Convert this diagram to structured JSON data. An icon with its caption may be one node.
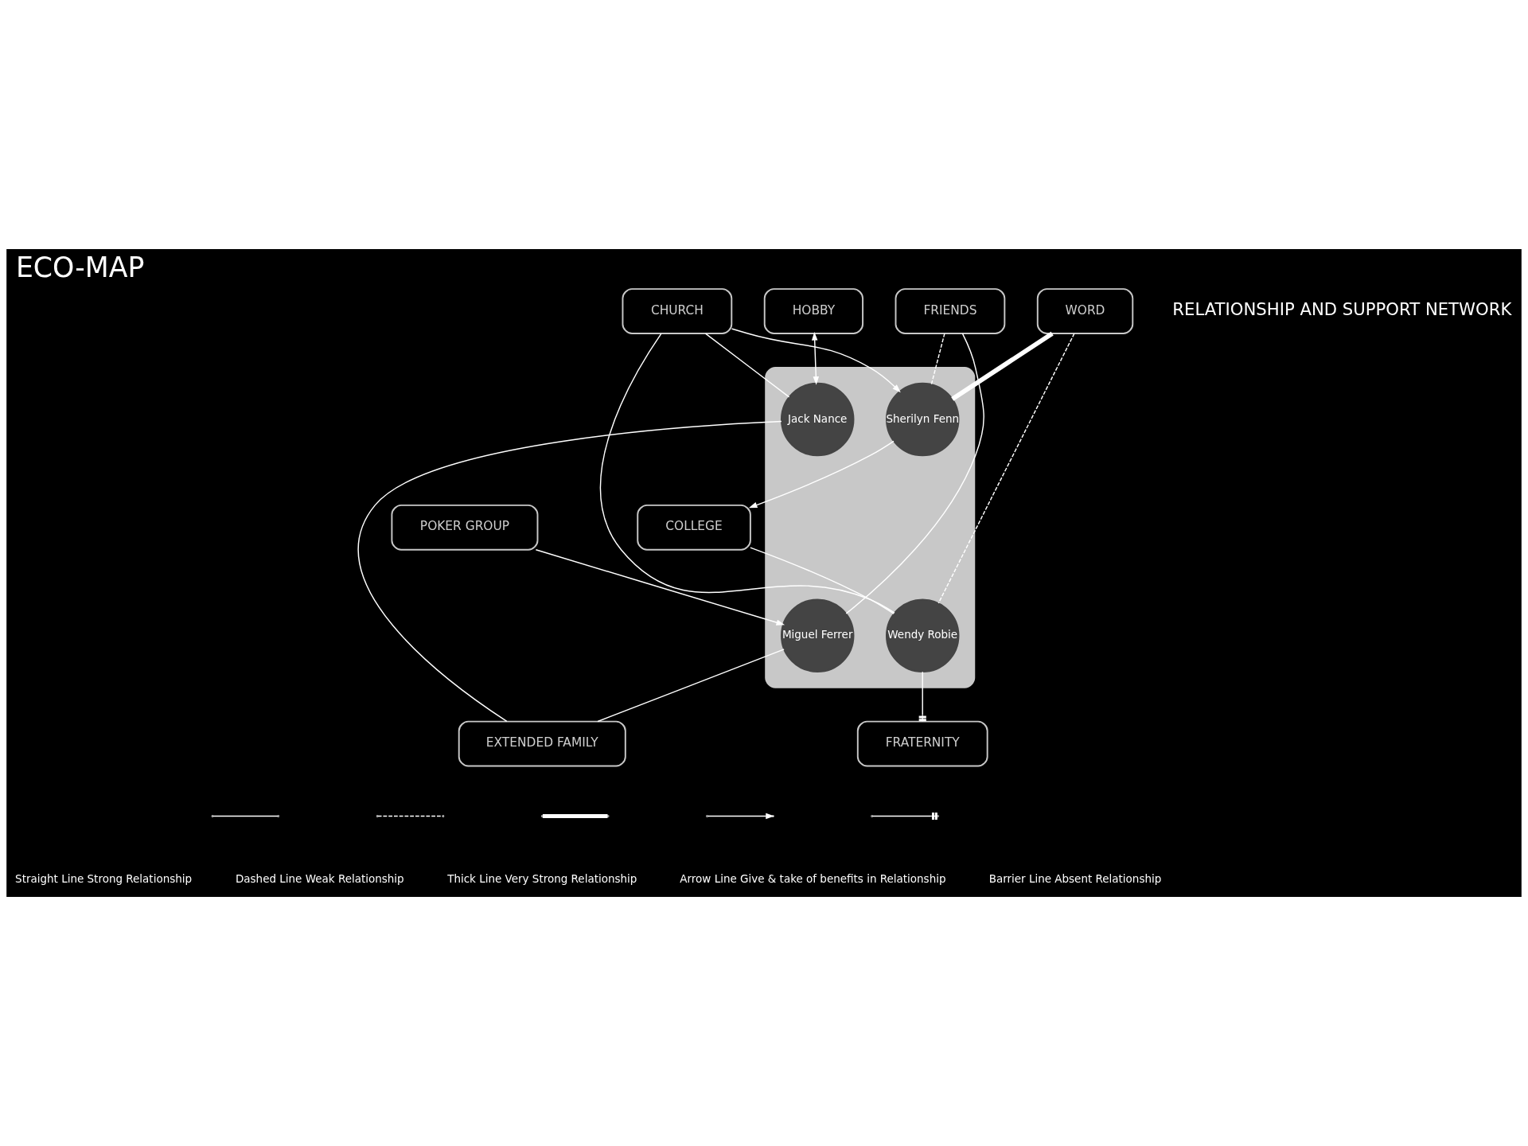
{
  "diagram": {
    "title": "ECO-MAP",
    "nodes": [
      {
        "text": [
          "CHURCH"
        ]
      },
      {
        "text": [
          "FRIENDS"
        ]
      },
      {
        "text": [
          "HOBBY"
        ]
      },
      {
        "text": [],
        "shape": "cloud"
      },
      {
        "text": [
          "Jack Nance"
        ],
        "in": 3
      },
      {
        "text": [
          "Sherilyn Fenn"
        ],
        "in": 3
      },
      {
        "text": [
          "Miguel Ferrer"
        ],
        "in": 3
      },
      {
        "text": [
          "Wendy Robie"
        ],
        "in": 3
      },
      {
        "text": [
          "COLLEGE"
        ]
      },
      {
        "text": [
          "POKER GROUP"
        ]
      },
      {
        "text": [
          "WORD"
        ]
      },
      {
        "text": [
          "FRATERNITY"
        ]
      },
      {
        "text": [
          "EXTENDED FAMILY"
        ]
      }
    ],
    "edges": [
      {
        "from": 0,
        "to": 4,
        "arrow": "none"
      },
      {
        "from": 0,
        "to": 7,
        "arrow": "none"
      },
      {
        "from": 0,
        "to": 5,
        "arrow": "to"
      },
      {
        "from": 2,
        "to": 4,
        "arrow": "both"
      },
      {
        "from": 1,
        "to": 5,
        "arrow": "none",
        "style": "dashed"
      },
      {
        "from": 1,
        "to": 6,
        "arrow": "none"
      },
      {
        "from": 5,
        "to": 8,
        "arrow": "to"
      },
      {
        "from": 8,
        "to": 7,
        "arrow": "none"
      },
      {
        "from": 9,
        "to": 6,
        "arrow": "to"
      },
      {
        "from": 10,
        "to": 5,
        "arrow": "none",
        "style": "thick"
      },
      {
        "from": 10,
        "to": 7,
        "arrow": "none",
        "style": "dashed"
      },
      {
        "from": 7,
        "to": 11,
        "arrow": "other"
      },
      {
        "from": 4,
        "to": 12,
        "arrow": "none"
      },
      {
        "from": 6,
        "to": 12,
        "arrow": "none"
      }
    ],
    "labels": [
      "RELATIONSHIP AND SUPPORT NETWORK"
    ],
    "legend": [
      {
        "text": "Straight Line Strong Relationship"
      },
      {
        "text": "Dashed Line Weak Relationship"
      },
      {
        "text": "Thick Line Very Strong Relationship"
      },
      {
        "text": "Arrow Line Give & take of benefits in Relationship"
      },
      {
        "text": "Barrier Line Absent Relationship"
      }
    ]
  }
}
